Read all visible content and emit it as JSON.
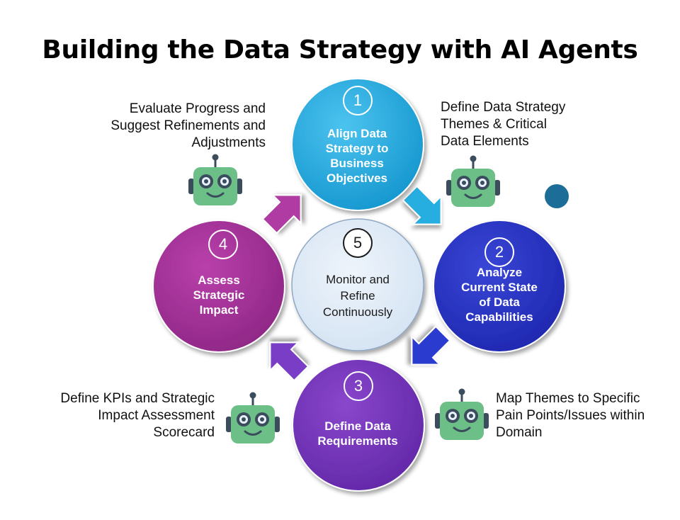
{
  "title": "Building the Data Strategy with AI Agents",
  "steps": [
    {
      "number": "1",
      "label": "Align Data\nStrategy to\nBusiness\nObjectives",
      "color": "#1ba3d9"
    },
    {
      "number": "2",
      "label": "Analyze\nCurrent State\nof Data\nCapabilities",
      "color": "#2530c2"
    },
    {
      "number": "3",
      "label": "Define Data\nRequirements",
      "color": "#7032b8"
    },
    {
      "number": "4",
      "label": "Assess\nStrategic\nImpact",
      "color": "#a02f96"
    },
    {
      "number": "5",
      "label": "Monitor and\nRefine\nContinuously",
      "color": "#dde9f6"
    }
  ],
  "agents": [
    {
      "text": "Define Data Strategy\nThemes & Critical\nData Elements"
    },
    {
      "text": "Map Themes to Specific\nPain Points/Issues within\nDomain"
    },
    {
      "text": "Define KPIs and Strategic\nImpact Assessment\nScorecard"
    },
    {
      "text": "Evaluate Progress and\nSuggest Refinements and\nAdjustments"
    }
  ],
  "colors": {
    "robot_body": "#6bbf87",
    "robot_dark": "#3b4c5c",
    "accent_dot": "#1c6e99"
  }
}
